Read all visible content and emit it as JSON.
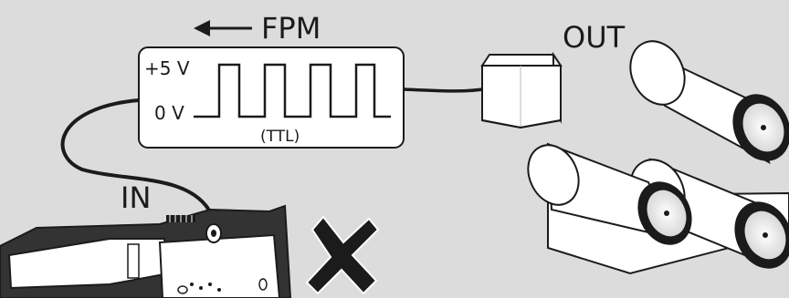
{
  "labels": {
    "fpm": "FPM",
    "out": "OUT",
    "in": "IN",
    "high_voltage": "+5 V",
    "low_voltage": "0 V",
    "signal_type": "(TTL)"
  },
  "colors": {
    "background": "#dcdcdc",
    "stroke": "#1b1b1b",
    "fill_light": "#ffffff",
    "device_dark": "#333333"
  },
  "icons": [
    "left-arrow-icon",
    "sensor-box-icon",
    "roller-icon",
    "handheld-tachometer-icon",
    "cross-mark-icon"
  ]
}
